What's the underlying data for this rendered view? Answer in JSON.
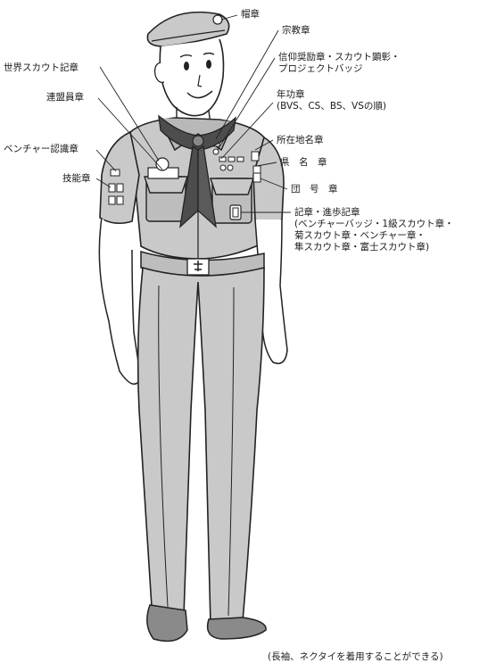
{
  "labels": {
    "cap_badge": "帽章",
    "religion_badge": "宗教章",
    "faith_award": "信仰奨励章・スカウト顕彰・\nプロジェクトバッジ",
    "world_scout": "世界スカウト記章",
    "year_badge": "年功章\n(BVS、CS、BS、VSの順)",
    "federation_member": "連盟員章",
    "location_name": "所在地名章",
    "venture_recognition": "ベンチャー認識章",
    "prefecture_name": "県　名　章",
    "skill_badge": "技能章",
    "troop_number": "団　号　章",
    "rank_badges": "記章・進歩記章\n(ベンチャーバッジ・1級スカウト章・\n菊スカウト章・ベンチャー章・\n隼スカウト章・富士スカウト章)"
  },
  "footnote": "(長袖、ネクタイを着用することができる)",
  "colors": {
    "uniform": "#c9c9c9",
    "uniform_shadow": "#a9a9a9",
    "neckerchief": "#4d4d4d",
    "outline": "#222222",
    "skin": "#ffffff"
  }
}
